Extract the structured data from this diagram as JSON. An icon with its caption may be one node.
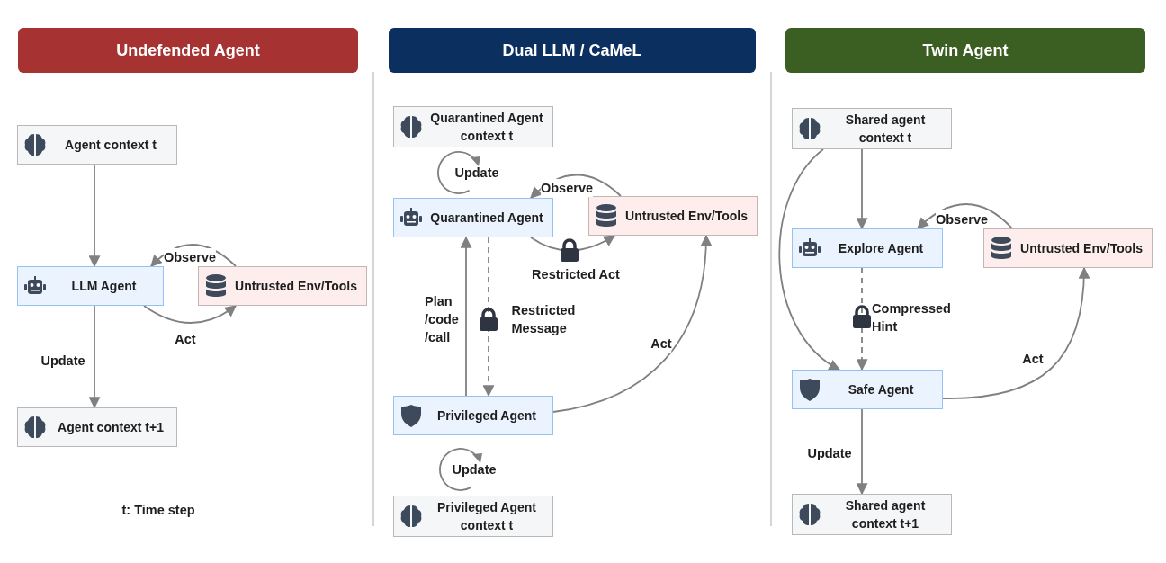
{
  "diagram": {
    "nodes": [
      {
        "text": [
          "Undefended Agent"
        ]
      },
      {
        "text": [
          "Agent context t"
        ]
      },
      {
        "text": [
          "LLM Agent"
        ]
      },
      {
        "text": [
          "Untrusted Env/Tools"
        ]
      },
      {
        "text": [
          "Agent context t+1"
        ]
      },
      {
        "text": [
          "Dual LLM / CaMeL"
        ]
      },
      {
        "text": [
          "Quarantined Agent context t"
        ]
      },
      {
        "text": [
          "Quarantined Agent"
        ]
      },
      {
        "text": [
          "Untrusted Env/Tools"
        ]
      },
      {
        "text": [
          "Privileged Agent"
        ]
      },
      {
        "text": [
          "Privileged Agent context t"
        ]
      },
      {
        "text": [
          "Twin Agent"
        ]
      },
      {
        "text": [
          "Shared agent context t"
        ]
      },
      {
        "text": [
          "Explore Agent"
        ]
      },
      {
        "text": [
          "Untrusted Env/Tools"
        ]
      },
      {
        "text": [
          "Safe Agent"
        ]
      },
      {
        "text": [
          "Shared agent context t+1"
        ]
      }
    ],
    "edges": [
      {
        "from": 1,
        "to": 2,
        "arrow": "to"
      },
      {
        "from": 3,
        "to": 2,
        "arrow": "to",
        "label": "Observe"
      },
      {
        "from": 2,
        "to": 3,
        "arrow": "to",
        "label": "Act"
      },
      {
        "from": 2,
        "to": 4,
        "arrow": "to",
        "label": "Update"
      },
      {
        "from": 8,
        "to": 7,
        "arrow": "to",
        "label": "Observe"
      },
      {
        "from": 7,
        "to": 8,
        "arrow": "to",
        "label": "Restricted Act"
      },
      {
        "from": 9,
        "to": 7,
        "arrow": "to",
        "label": "Plan /code /call"
      },
      {
        "from": 7,
        "to": 9,
        "arrow": "to",
        "label": "Restricted Message",
        "style": "dashed"
      },
      {
        "from": 9,
        "to": 8,
        "arrow": "to",
        "label": "Act"
      },
      {
        "from": 12,
        "to": 13,
        "arrow": "to"
      },
      {
        "from": 12,
        "to": 15,
        "arrow": "to"
      },
      {
        "from": 14,
        "to": 13,
        "arrow": "to",
        "label": "Observe"
      },
      {
        "from": 13,
        "to": 15,
        "arrow": "to",
        "label": "Compressed Hint",
        "style": "dashed"
      },
      {
        "from": 15,
        "to": 14,
        "arrow": "to",
        "label": "Act"
      },
      {
        "from": 15,
        "to": 16,
        "arrow": "to",
        "label": "Update"
      }
    ],
    "labels": [
      "Update",
      "Update",
      "t: Time step"
    ]
  }
}
